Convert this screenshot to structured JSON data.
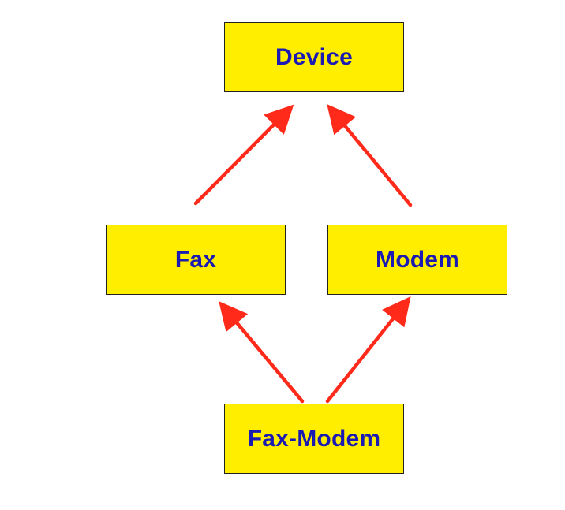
{
  "nodes": {
    "device": "Device",
    "fax": "Fax",
    "modem": "Modem",
    "fax_modem": "Fax-Modem"
  },
  "edges": [
    {
      "from": "Fax",
      "to": "Device"
    },
    {
      "from": "Modem",
      "to": "Device"
    },
    {
      "from": "Fax-Modem",
      "to": "Fax"
    },
    {
      "from": "Fax-Modem",
      "to": "Modem"
    }
  ],
  "colors": {
    "node_fill": "#FFEE00",
    "node_text": "#1B1BB3",
    "arrow": "#FF2A1A",
    "border": "#222222"
  }
}
